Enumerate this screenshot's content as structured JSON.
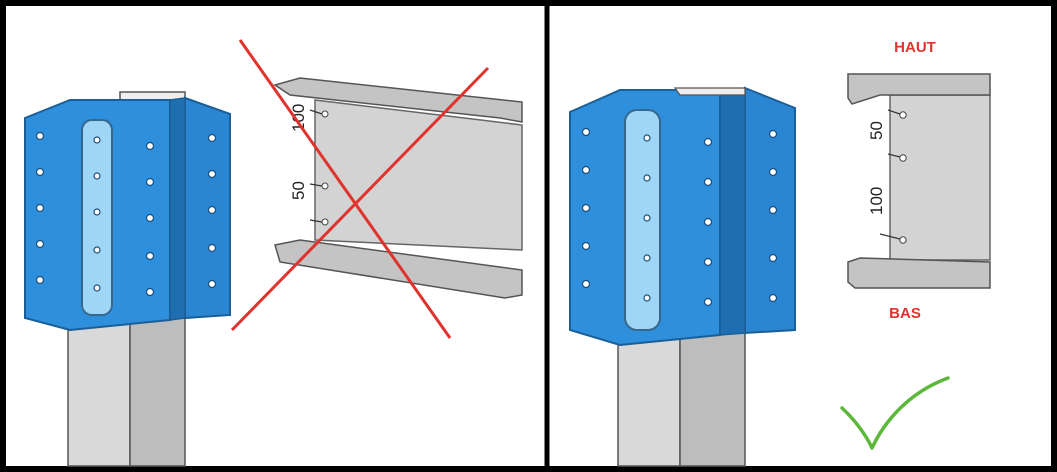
{
  "panels": [
    {
      "id": "wrong",
      "dimension_labels": [
        "100",
        "50"
      ],
      "verdict": "incorrect",
      "verdict_mark": "red-cross",
      "verdict_color": "#e0332d"
    },
    {
      "id": "correct",
      "dimension_labels": [
        "50",
        "100"
      ],
      "top_label": "HAUT",
      "bottom_label": "BAS",
      "label_color": "#e0332d",
      "verdict": "correct",
      "verdict_mark": "green-checkmark",
      "verdict_color": "#5cb83a"
    }
  ],
  "colors": {
    "bracket": "#2e8fdc",
    "bracket_dark": "#1f6fb0",
    "insert": "#9fd6f5",
    "beam_web": "#d3d3d3",
    "beam_flange": "#c4c4c4",
    "post": "#d6d6d6",
    "border": "#000000"
  }
}
